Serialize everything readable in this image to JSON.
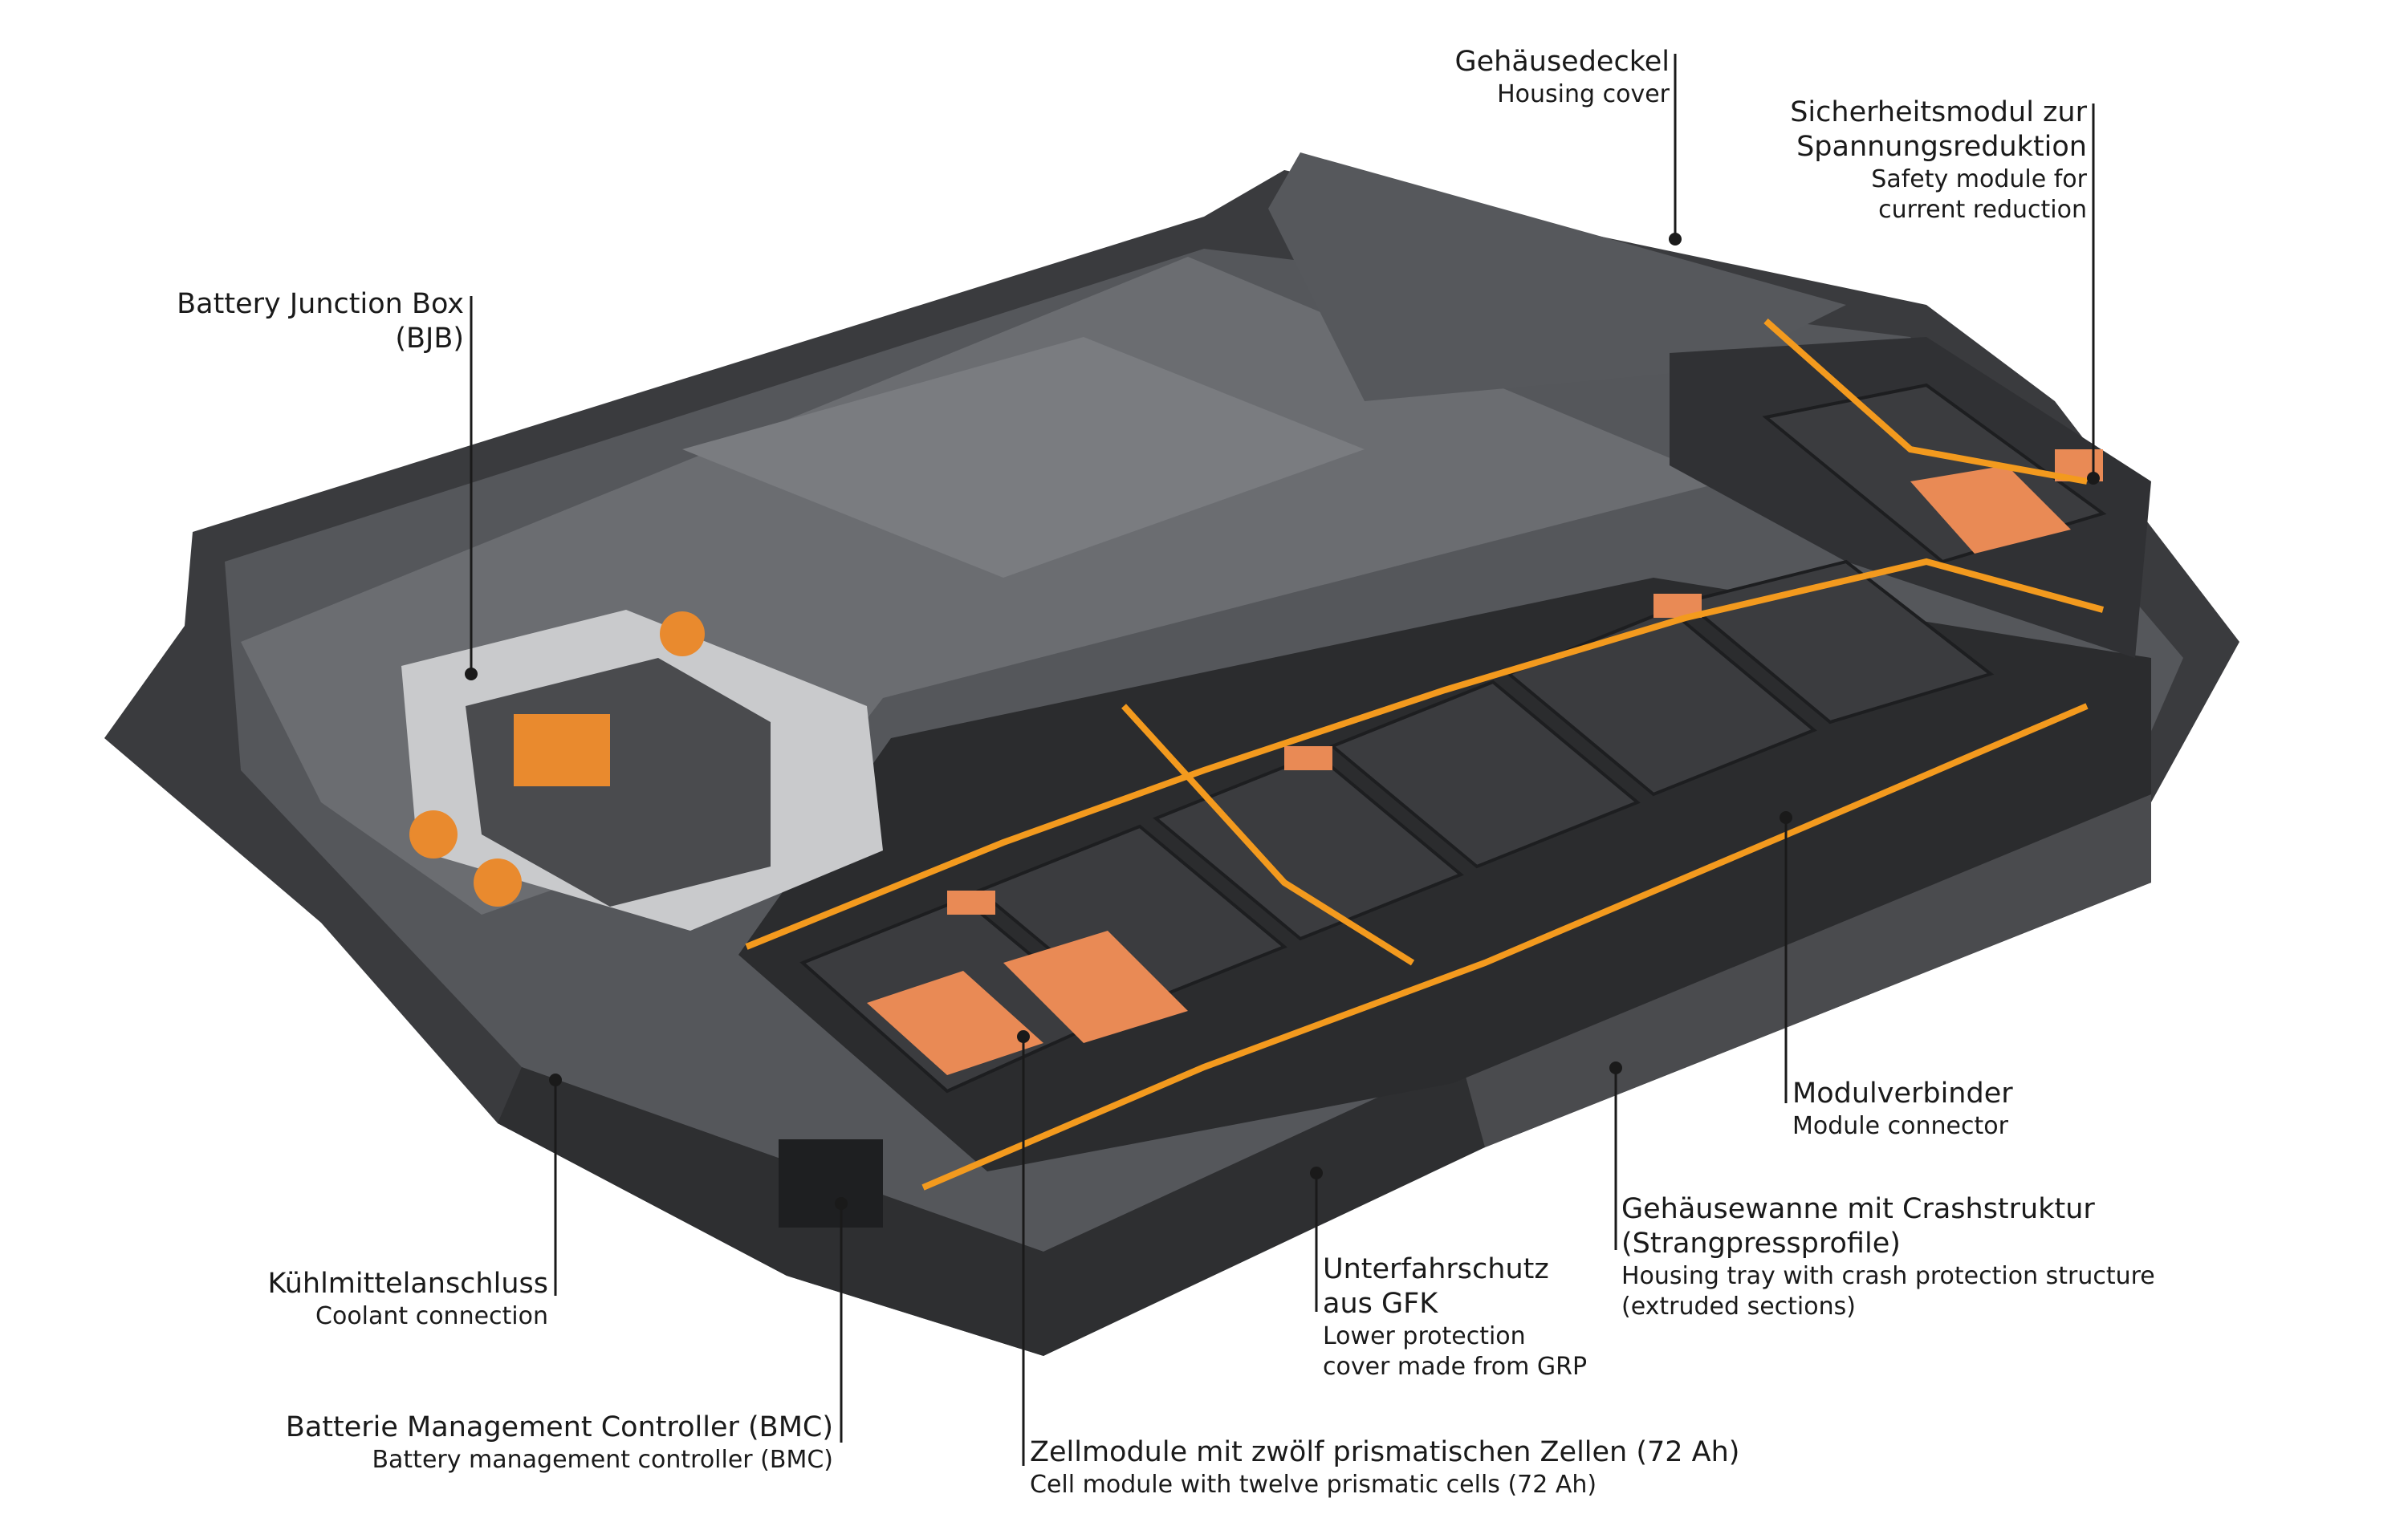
{
  "labels": {
    "housing_cover": {
      "de": "Gehäusedeckel",
      "en": "Housing cover"
    },
    "safety_module": {
      "de1": "Sicherheitsmodul zur",
      "de2": "Spannungsreduktion",
      "en1": "Safety module for",
      "en2": "current reduction"
    },
    "bjb": {
      "l1": "Battery Junction Box",
      "l2": "(BJB)"
    },
    "coolant": {
      "de": "Kühlmittelanschluss",
      "en": "Coolant connection"
    },
    "bmc": {
      "de": "Batterie Management Controller (BMC)",
      "en": "Battery management controller (BMC)"
    },
    "cell_module": {
      "de": "Zellmodule mit zwölf prismatischen Zellen (72 Ah)",
      "en": "Cell module with twelve prismatic cells (72 Ah)"
    },
    "lower_protection": {
      "de1": "Unterfahrschutz",
      "de2": "aus GFK",
      "en1": "Lower protection",
      "en2": "cover made from GRP"
    },
    "housing_tray": {
      "de1": "Gehäusewanne mit Crashstruktur",
      "de2": "(Strangpressprofile)",
      "en1": "Housing tray with crash protection structure",
      "en2": "(extruded sections)"
    },
    "module_connector": {
      "de": "Modulverbinder",
      "en": "Module connector"
    }
  },
  "colors": {
    "tray": "#3a3b3e",
    "lid": "#6b6d71",
    "module": "#2b2c2e",
    "copper": "#e98a55",
    "wire": "#f39a1e",
    "silver": "#c9cacc"
  }
}
